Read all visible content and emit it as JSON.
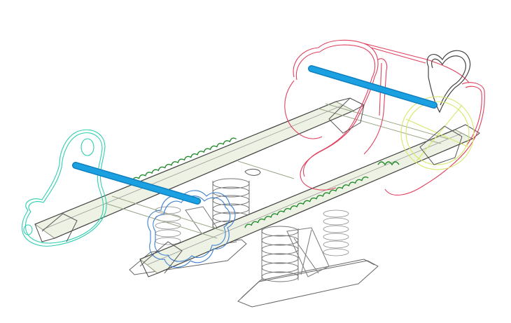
{
  "diagram": {
    "subject": "spring-rocker-seesaw-wireframe",
    "background": "#ffffff",
    "colors": {
      "frame": "#555555",
      "frame_light": "#9aa88a",
      "beam_fill": "#eef2e4",
      "handle": "#1ba1e2",
      "handle_edge": "#0e7fbf",
      "seat_left": "#2fcfb0",
      "seat_front": "#3c7fd0",
      "seat_right": "#e0405f",
      "heart": "#444444",
      "wheel": "#d6e86a",
      "spring": "#666666",
      "chain": "#1f8a2a",
      "base": "#555555"
    },
    "components": [
      {
        "id": "left-beam",
        "label": ""
      },
      {
        "id": "right-beam",
        "label": ""
      },
      {
        "id": "left-handle",
        "label": ""
      },
      {
        "id": "right-handle",
        "label": ""
      },
      {
        "id": "left-seat-panel",
        "label": ""
      },
      {
        "id": "front-seat-panel",
        "label": ""
      },
      {
        "id": "right-seat-panel",
        "label": ""
      },
      {
        "id": "heart-panel",
        "label": ""
      },
      {
        "id": "wheel-panel",
        "label": ""
      },
      {
        "id": "front-spring",
        "label": ""
      },
      {
        "id": "rear-spring",
        "label": ""
      },
      {
        "id": "base-plate",
        "label": ""
      }
    ]
  }
}
